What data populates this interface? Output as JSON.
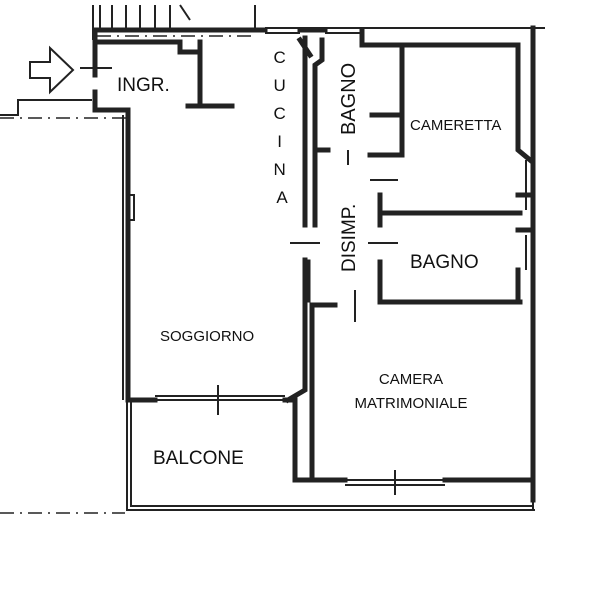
{
  "rooms": {
    "entrance": "INGR.",
    "kitchen": "CUCINA",
    "bathroom_small": "BAGNO",
    "child_bedroom": "CAMERETTA",
    "hallway": "DISIMP.",
    "bathroom": "BAGNO",
    "living_room": "SOGGIORNO",
    "master_bedroom_line1": "CAMERA",
    "master_bedroom_line2": "MATRIMONIALE",
    "balcony": "BALCONE"
  },
  "icons": {
    "entry": "arrow-right-icon"
  }
}
